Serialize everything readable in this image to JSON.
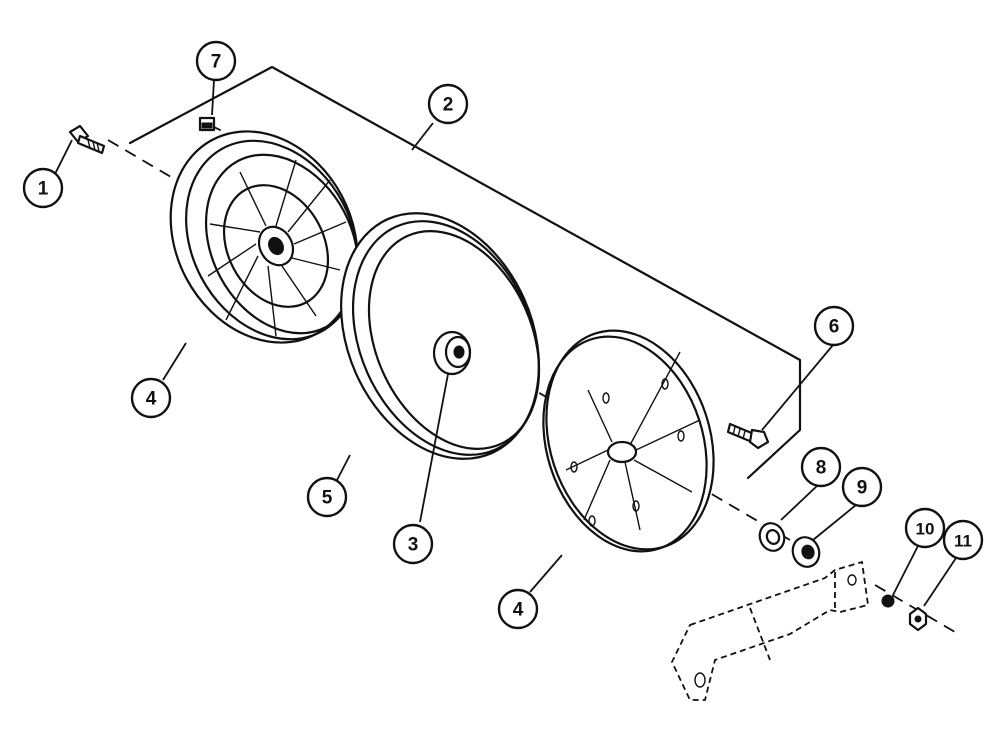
{
  "callouts": [
    {
      "id": "c1",
      "label": "1"
    },
    {
      "id": "c2",
      "label": "2"
    },
    {
      "id": "c3",
      "label": "3"
    },
    {
      "id": "c4a",
      "label": "4"
    },
    {
      "id": "c4b",
      "label": "4"
    },
    {
      "id": "c5",
      "label": "5"
    },
    {
      "id": "c6",
      "label": "6"
    },
    {
      "id": "c7",
      "label": "7"
    },
    {
      "id": "c8",
      "label": "8"
    },
    {
      "id": "c9",
      "label": "9"
    },
    {
      "id": "c10",
      "label": "10"
    },
    {
      "id": "c11",
      "label": "11"
    }
  ],
  "colors": {
    "ink": "#111111",
    "background": "#ffffff"
  }
}
